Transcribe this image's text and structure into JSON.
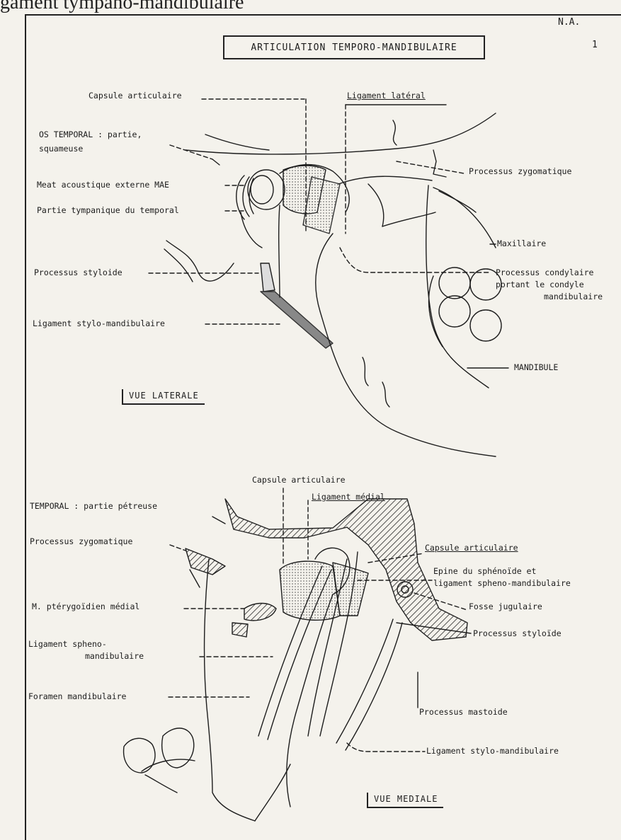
{
  "page": {
    "header_fragment": "gament tympano-mandibulaire",
    "initials": "N.A.",
    "page_number": "1",
    "title": "ARTICULATION TEMPORO-MANDIBULAIRE"
  },
  "lateral_view": {
    "view_label": "VUE LATERALE",
    "labels": {
      "capsule": "Capsule articulaire",
      "lateral_ligament": "Ligament latéral",
      "temporal_line1": "OS TEMPORAL : partie,",
      "temporal_line2": "squameuse",
      "meatus": "Meat acoustique externe MAE",
      "tympanic": "Partie tympanique du temporal",
      "zygomatic": "Processus zygomatique",
      "maxilla": "Maxillaire",
      "styloid": "Processus styloide",
      "condylar_line1": "Processus condylaire",
      "condylar_line2": "portant le condyle",
      "condylar_line3": "mandibulaire",
      "stylo_mandibular": "Ligament stylo-mandibulaire",
      "mandible": "MANDIBULE"
    }
  },
  "medial_view": {
    "view_label": "VUE MEDIALE",
    "labels": {
      "capsule": "Capsule articulaire",
      "medial_ligament": "Ligament médial",
      "temporal_petrous": "TEMPORAL : partie pétreuse",
      "zygomatic": "Processus zygomatique",
      "capsule_right": "Capsule articulaire",
      "spine_line1": "Epine du sphénoïde et",
      "spine_line2": "ligament spheno-mandibulaire",
      "pterygoid": "M. ptérygoïdien médial",
      "jugular": "Fosse jugulaire",
      "styloid": "Processus styloïde",
      "spheno_line1": "Ligament spheno-",
      "spheno_line2": "mandibulaire",
      "foramen": "Foramen mandibulaire",
      "mastoid": "Processus mastoide",
      "stylo_mandibular": "Ligament stylo-mandibulaire"
    }
  }
}
